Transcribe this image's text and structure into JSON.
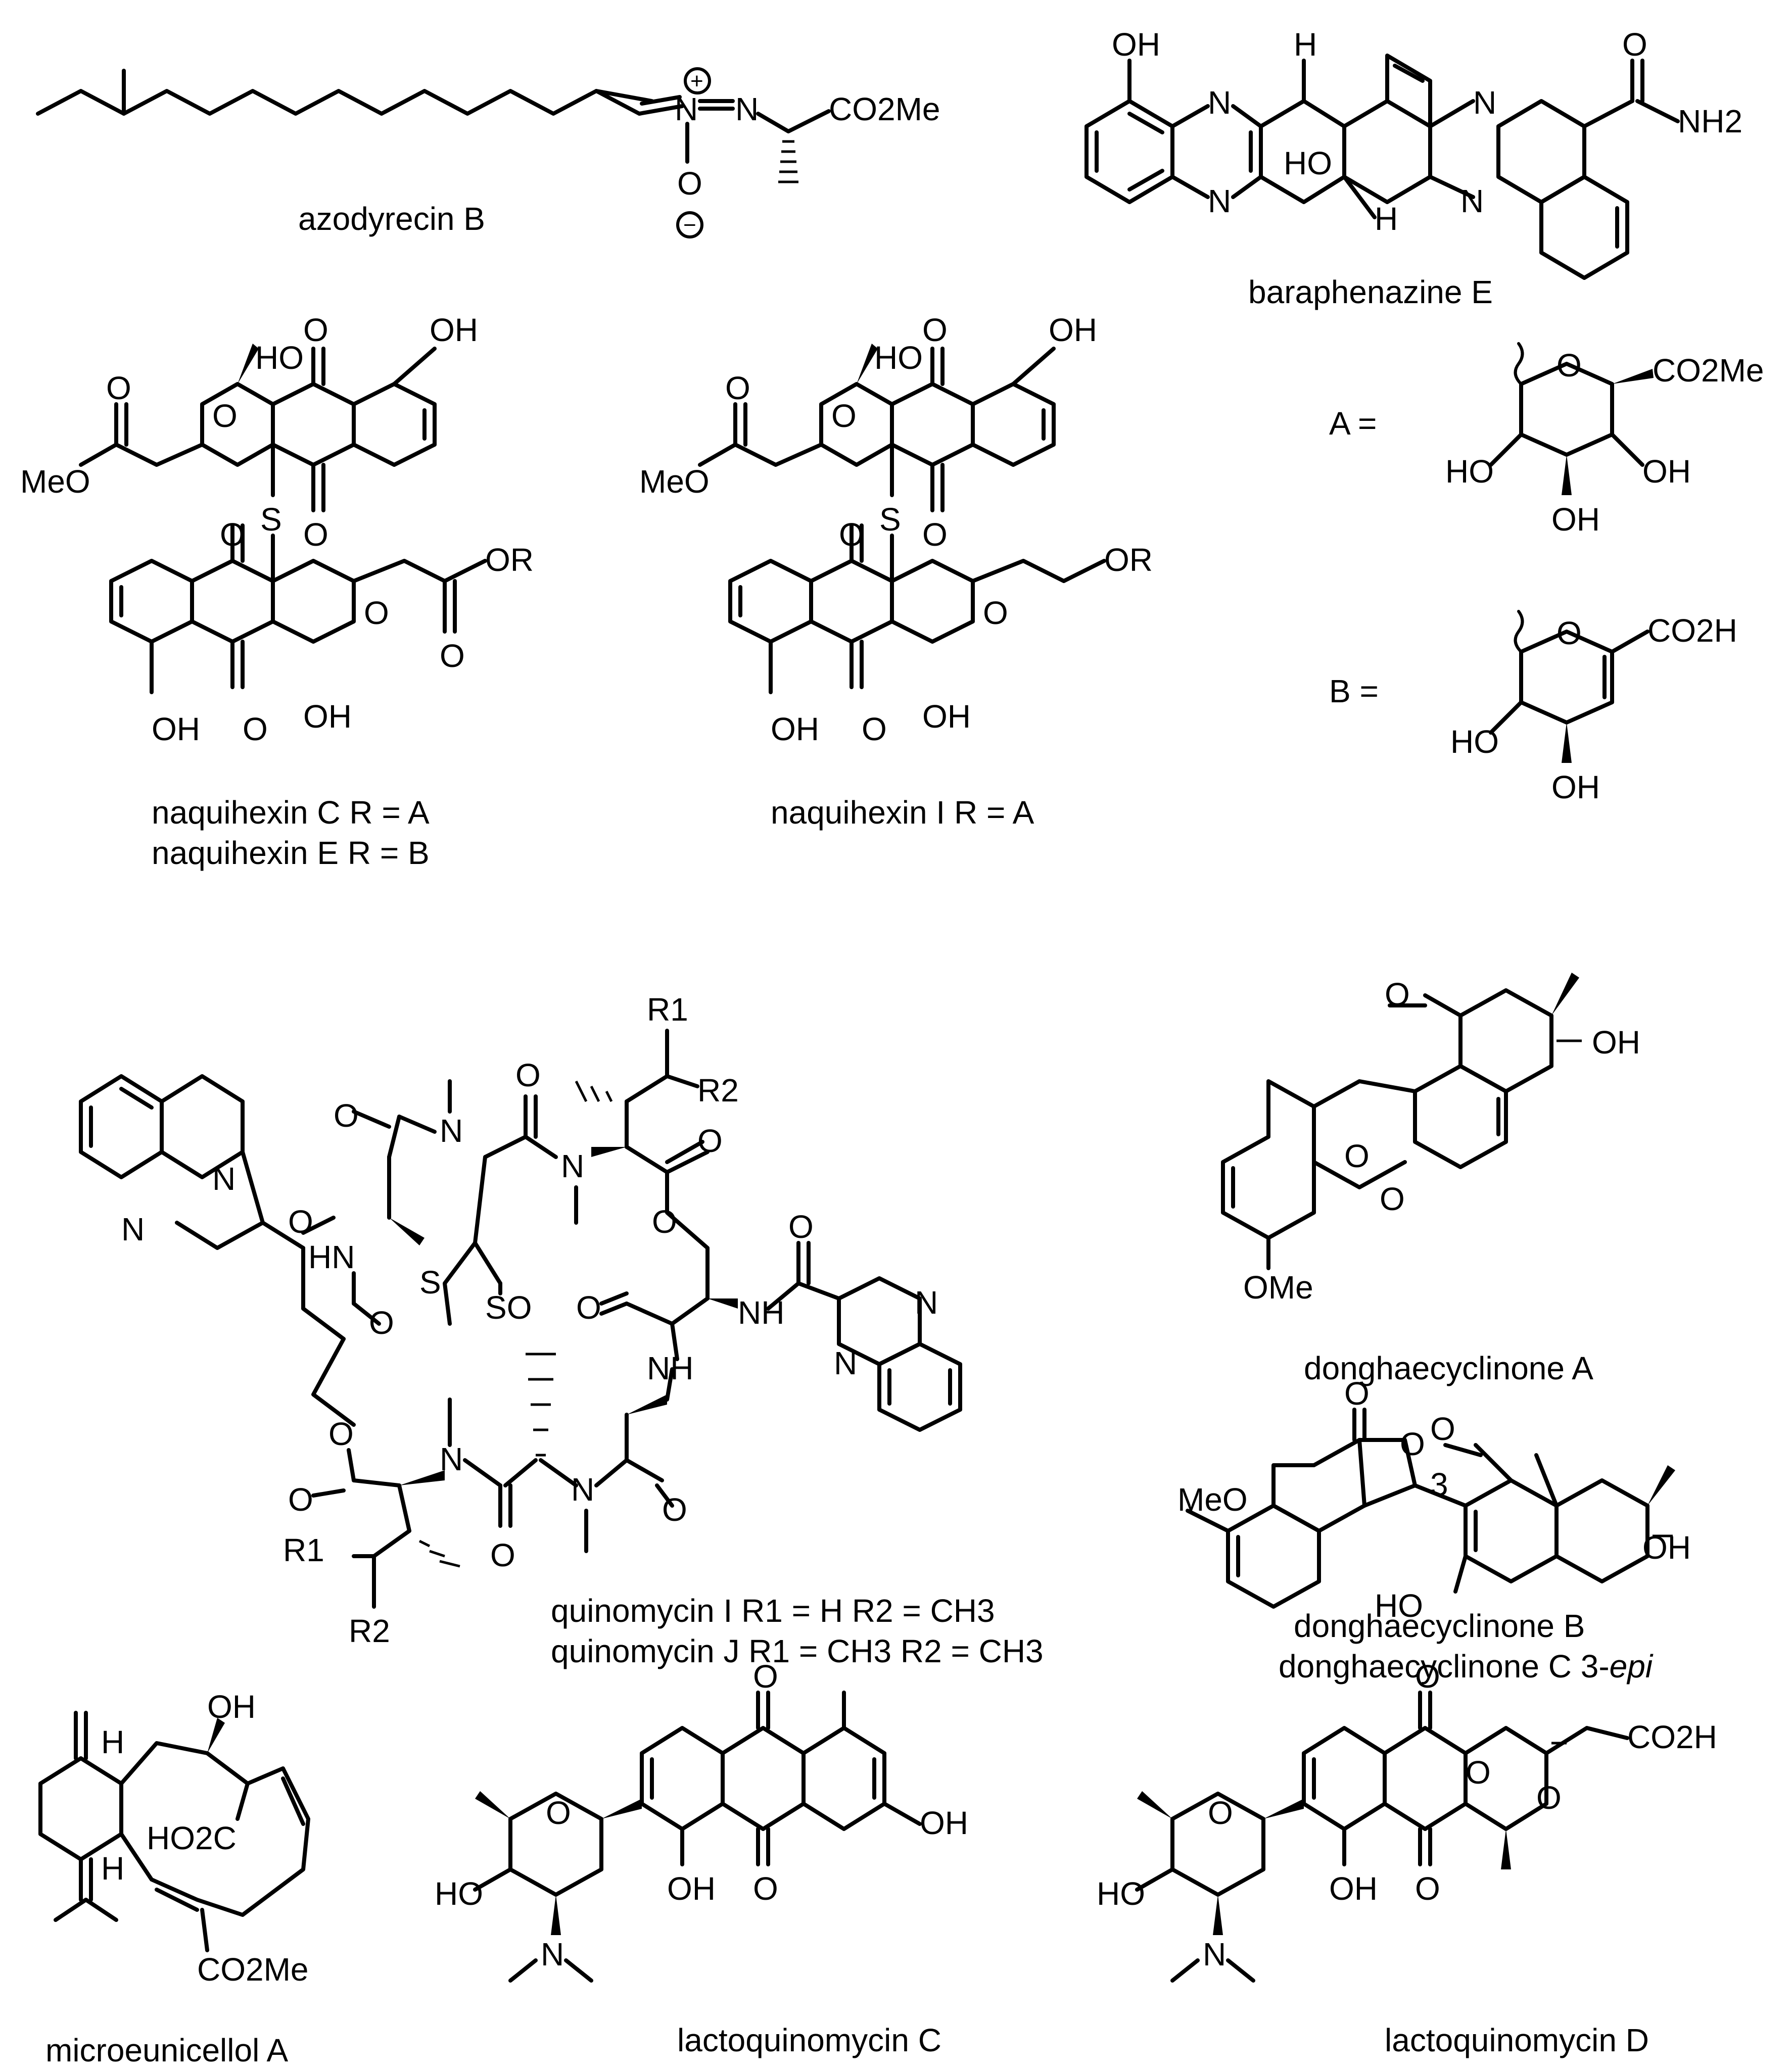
{
  "compounds": [
    {
      "name": "azodyrecin B"
    },
    {
      "name": "baraphenazine E"
    },
    {
      "name": "naquihexin C  R = A"
    },
    {
      "name": "naquihexin E  R = B"
    },
    {
      "name": "naquihexin I  R = A"
    },
    {
      "name": "donghaecyclinone A"
    },
    {
      "name": "donghaecyclinone B"
    },
    {
      "name": "donghaecyclinone C  3-",
      "italic": "epi"
    },
    {
      "name": "quinomycin  I  R1 = H       R2 = CH3"
    },
    {
      "name": "quinomycin  J  R1 = CH3  R2 = CH3"
    },
    {
      "name": "microeunicellol A"
    },
    {
      "name": "lactoquinomycin C"
    },
    {
      "name": "lactoquinomycin D"
    }
  ],
  "definitions": {
    "A": {
      "label": "A  =",
      "groups": [
        "CO2Me",
        "HO",
        "OH",
        "OH",
        "O"
      ]
    },
    "B": {
      "label": "B  =",
      "groups": [
        "CO2H",
        "HO",
        "OH",
        "O"
      ]
    }
  },
  "atoms": {
    "oh": "OH",
    "ho": "HO",
    "o": "O",
    "n": "N",
    "s": "S",
    "h": "H",
    "nh": "NH",
    "hn": "HN",
    "so": "SO",
    "meo": "MeO",
    "ome": "OMe",
    "or": "OR",
    "co2me": "CO2Me",
    "co2h": "CO2H",
    "nh2": "NH2",
    "ho2c": "HO2C",
    "r1": "R1",
    "r2": "R2",
    "plus": "+",
    "minus": "−",
    "three": "3"
  }
}
